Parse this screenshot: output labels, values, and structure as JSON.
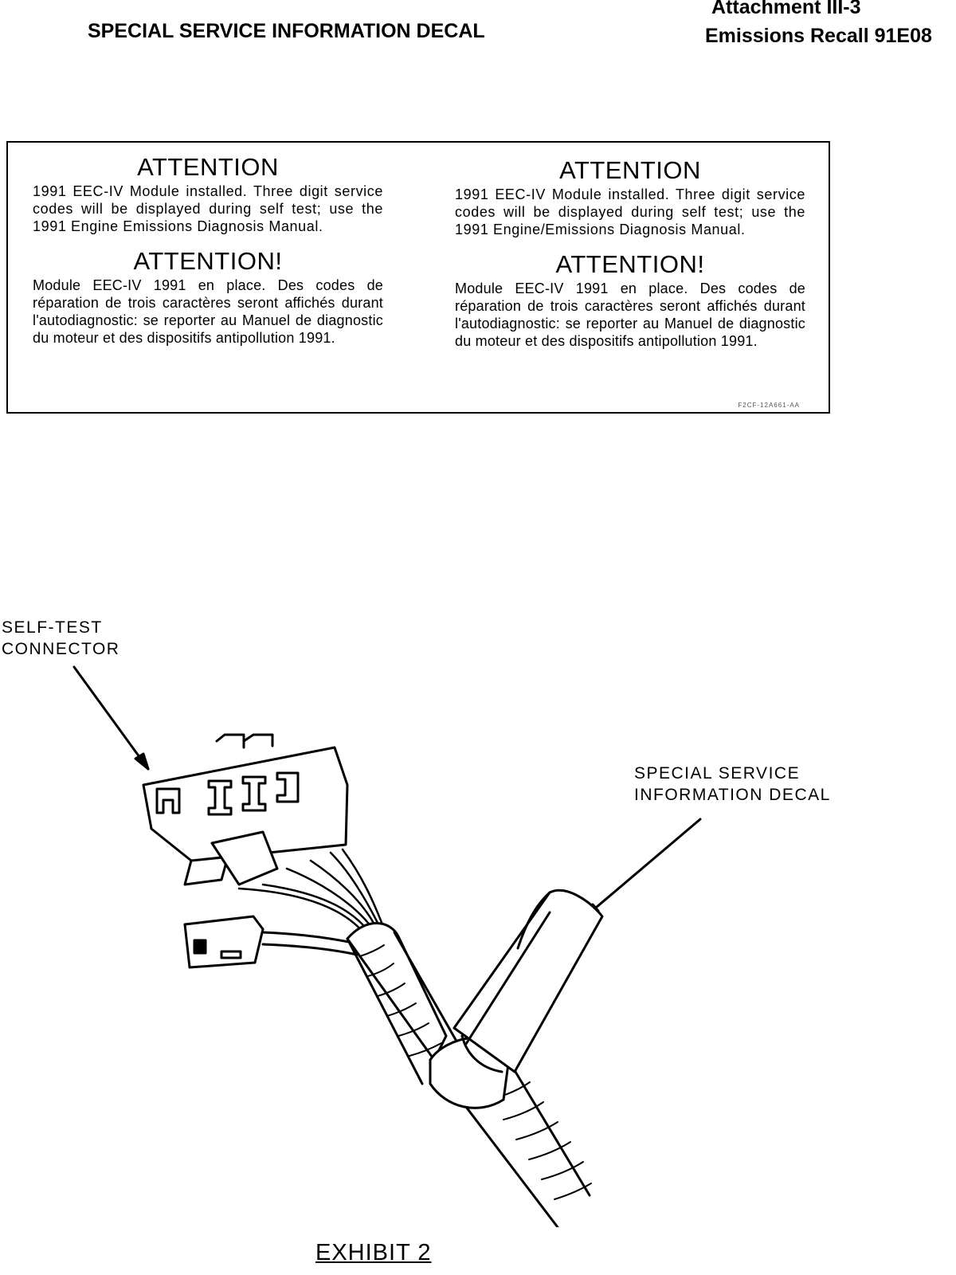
{
  "header": {
    "title": "SPECIAL SERVICE INFORMATION DECAL",
    "attachment": "Attachment III-3",
    "recall": "Emissions Recall 91E08"
  },
  "decal": {
    "left": {
      "heading_en": "ATTENTION",
      "body_en": "1991 EEC-IV Module installed. Three digit service codes will be displayed during self test; use the 1991 Engine Emissions Diagnosis Manual.",
      "heading_fr": "ATTENTION!",
      "body_fr": "Module EEC-IV 1991 en place. Des codes de réparation de trois caractères seront affichés durant l'autodiagnostic: se reporter au Manuel de diagnostic du moteur et des dispositifs antipollution 1991."
    },
    "right": {
      "heading_en": "ATTENTION",
      "body_en": "1991 EEC-IV Module installed. Three digit service codes will be displayed during self test; use the 1991 Engine/Emissions Diagnosis Manual.",
      "heading_fr": "ATTENTION!",
      "body_fr": "Module EEC-IV 1991 en place. Des codes de réparation de trois caractères seront affichés durant l'autodiagnostic: se reporter au Manuel de diagnostic du moteur et des dispositifs antipollution 1991."
    },
    "part_code": "F2CF-12A661-AA"
  },
  "figure": {
    "label_connector_line1": "SELF-TEST",
    "label_connector_line2": "CONNECTOR",
    "label_decal_line1": "SPECIAL SERVICE",
    "label_decal_line2": "INFORMATION DECAL",
    "caption": "EXHIBIT 2"
  }
}
